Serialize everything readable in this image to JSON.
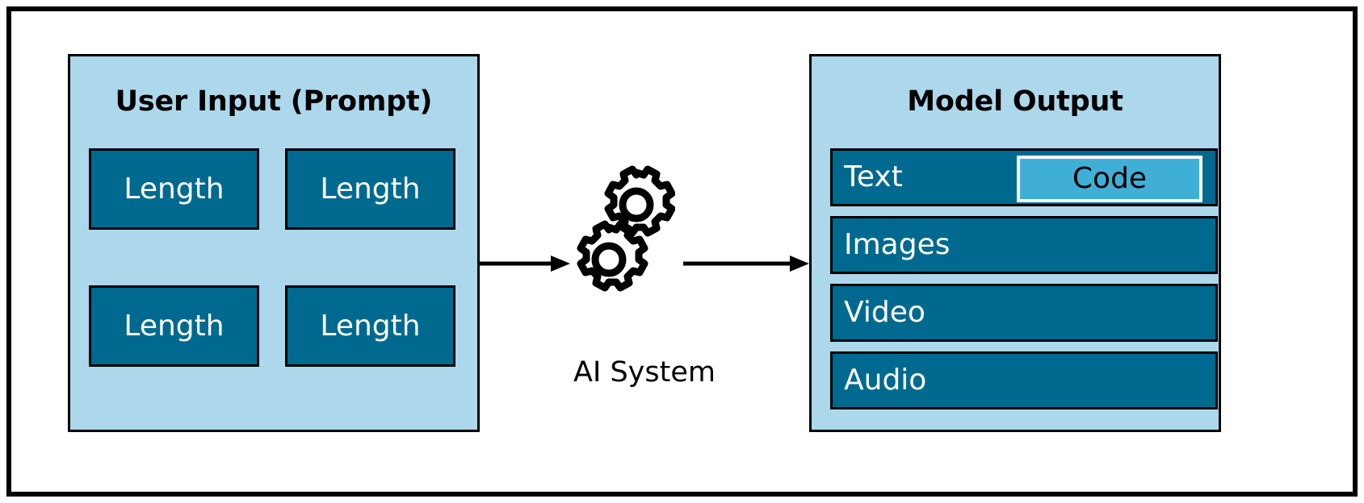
{
  "diagram": {
    "title_visible": false,
    "colors": {
      "panel_fill": "#ADD8EC",
      "chip_fill": "#00698F",
      "code_fill": "#3FAFD7",
      "outline": "#000000",
      "chip_text": "#FFFFFF",
      "title_text": "#000000"
    },
    "input_panel": {
      "title": "User Input (Prompt)",
      "chips": [
        {
          "label": "Length"
        },
        {
          "label": "Length"
        },
        {
          "label": "Length"
        },
        {
          "label": "Length"
        }
      ]
    },
    "center": {
      "label": "AI System",
      "icon": "gears-icon",
      "arrow_in": "arrow-right-icon",
      "arrow_out": "arrow-right-icon"
    },
    "output_panel": {
      "title": "Model Output",
      "rows": [
        {
          "label": "Text",
          "badge": "Code"
        },
        {
          "label": "Images",
          "badge": null
        },
        {
          "label": "Video",
          "badge": null
        },
        {
          "label": "Audio",
          "badge": null
        }
      ]
    }
  }
}
